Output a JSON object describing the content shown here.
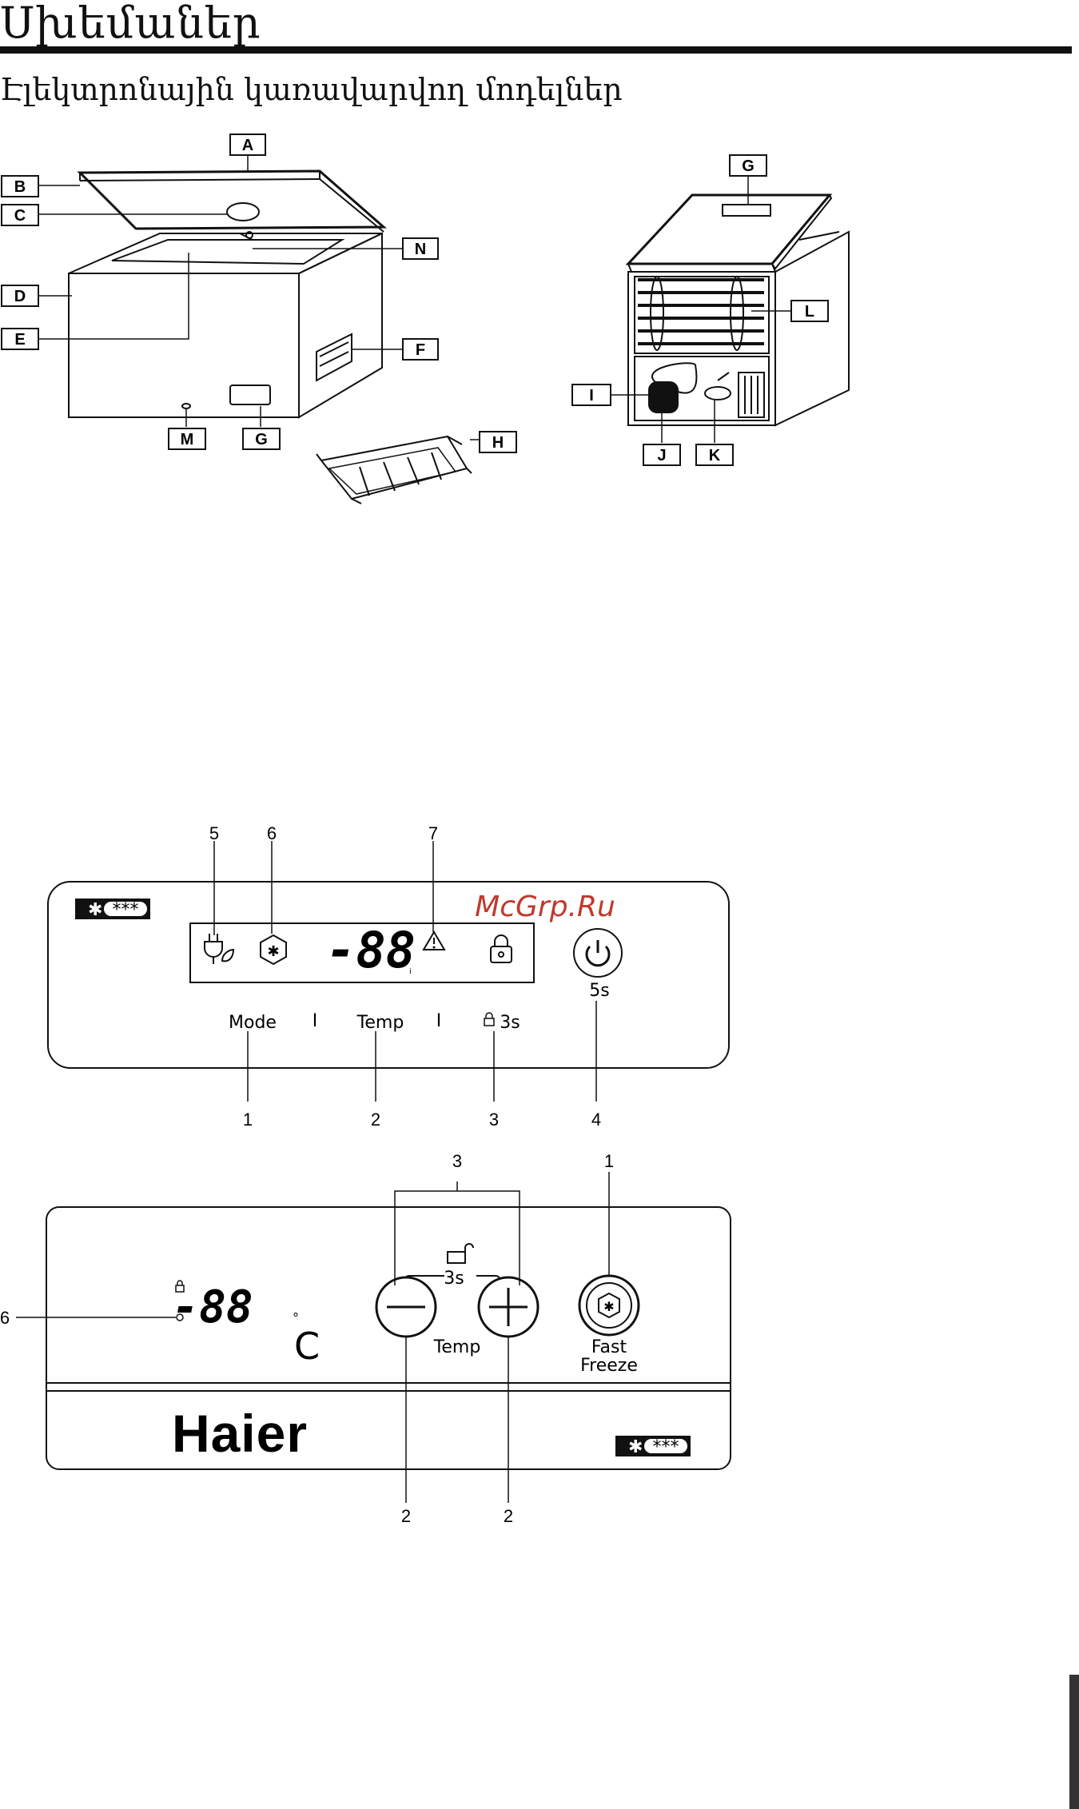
{
  "header": {
    "title": "Սխեմաներ",
    "subtitle": "Էլեկտրոնային կառավարվող մոդելներ"
  },
  "diagram1_labels": [
    "A",
    "B",
    "C",
    "D",
    "E",
    "N",
    "F",
    "M",
    "G",
    "H"
  ],
  "diagram2_labels": [
    "G",
    "L",
    "I",
    "J",
    "K"
  ],
  "panel1": {
    "callouts_top": [
      "5",
      "6",
      "7"
    ],
    "callouts_bottom": [
      "1",
      "2",
      "3",
      "4"
    ],
    "display_digits": "-88",
    "power_hold": "5s",
    "mode_label": "Mode",
    "separator": "I",
    "temp_label": "Temp",
    "lock_hold": "3s",
    "star_badge": "***"
  },
  "watermark": "McGrp.Ru",
  "panel2": {
    "callout_top_3": "3",
    "callout_top_1": "1",
    "callout_left_6": "6",
    "callout_bottom_2a": "2",
    "callout_bottom_2b": "2",
    "display_digits": "-88",
    "degree": "°",
    "celsius": "C",
    "lock_hold": "3s",
    "temp_label": "Temp",
    "fast_label": "Fast",
    "freeze_label": "Freeze",
    "brand": "Haier",
    "star_badge": "***"
  },
  "colors": {
    "ink": "#111111",
    "watermark": "#c0392b",
    "tab": "#333333"
  },
  "icons": [
    "plug-leaf-icon",
    "snowflake-hex-icon",
    "warning-icon",
    "lock-icon",
    "power-icon",
    "minus-icon",
    "plus-icon",
    "fast-freeze-icon",
    "unlock-icon"
  ]
}
